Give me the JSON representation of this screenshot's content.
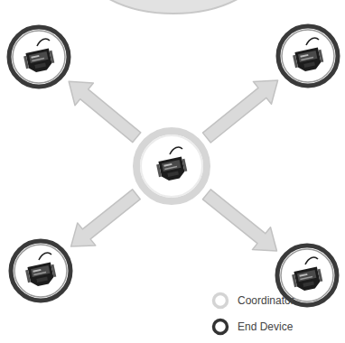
{
  "diagram": {
    "nodes": [
      {
        "text": []
      },
      {
        "text": []
      },
      {
        "text": []
      },
      {
        "text": []
      },
      {
        "text": []
      }
    ],
    "edges": [
      {
        "from": 0,
        "to": 1,
        "arrow": "to"
      },
      {
        "from": 0,
        "to": 2,
        "arrow": "to"
      },
      {
        "from": 0,
        "to": 3,
        "arrow": "to"
      },
      {
        "from": 0,
        "to": 4,
        "arrow": "to"
      }
    ],
    "legend": [
      {
        "text": "Coordinator"
      },
      {
        "text": "End Device"
      }
    ]
  }
}
